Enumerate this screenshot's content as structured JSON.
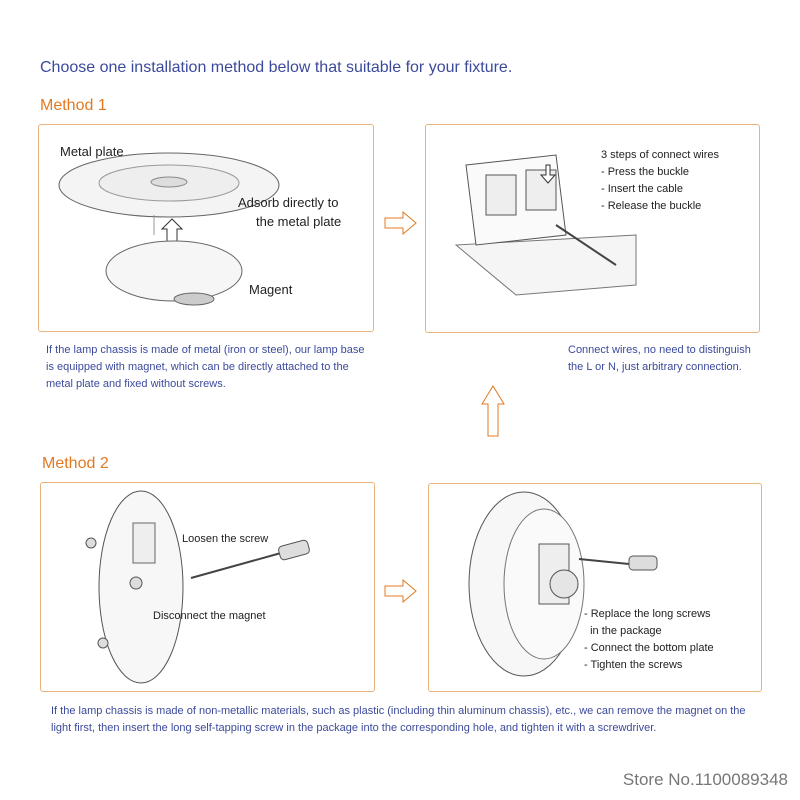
{
  "title": "Choose one installation method below that suitable for your fixture.",
  "method1": {
    "heading": "Method 1",
    "labels": {
      "metal_plate": "Metal plate",
      "adsorb_line1": "Adsorb directly to",
      "adsorb_line2": "the metal plate",
      "magnet": "Magent"
    },
    "caption": [
      "If the lamp chassis is made of metal (iron or steel), our lamp base",
      "is equipped with magnet, which can be directly attached to the",
      "metal plate and fixed without screws."
    ]
  },
  "wires": {
    "steps": [
      "3 steps of connect wires",
      "- Press the buckle",
      "- Insert the cable",
      "- Release the buckle"
    ],
    "caption": [
      "Connect wires, no need to distinguish",
      "the L or N, just arbitrary connection."
    ]
  },
  "method2": {
    "heading": "Method 2",
    "labels": {
      "loosen": "Loosen the screw",
      "disconnect": "Disconnect the magnet"
    },
    "steps": [
      "- Replace the long screws",
      "  in the package",
      "- Connect the bottom plate",
      "- Tighten the screws"
    ],
    "caption": [
      "If the lamp chassis is made of non-metallic materials, such as plastic (including thin aluminum chassis), etc., we can remove the magnet on the",
      "light first, then insert the long self-tapping screw in the package into the corresponding hole, and tighten it with a screwdriver."
    ]
  },
  "store": "Store No.1100089348",
  "colors": {
    "accent": "#e07a22",
    "text": "#3c4a9c"
  }
}
